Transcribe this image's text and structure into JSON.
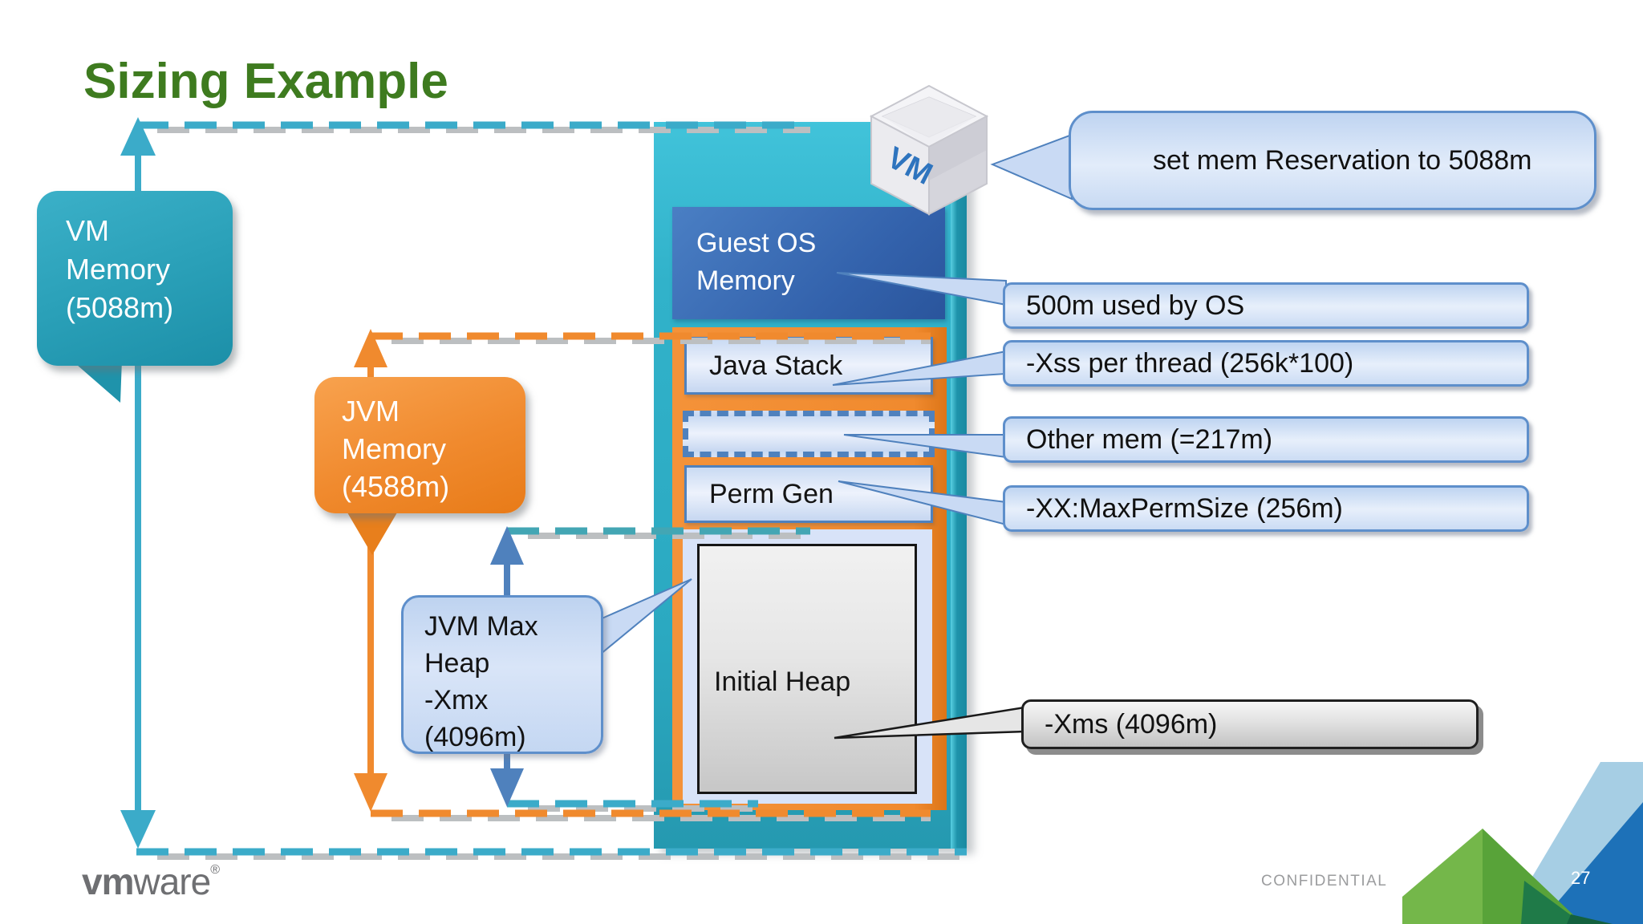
{
  "slide": {
    "title": "Sizing Example",
    "confidential_label": "CONFIDENTIAL",
    "page_number": "27",
    "brand": {
      "bold": "vm",
      "rest": "ware",
      "reg": "®"
    }
  },
  "colors": {
    "title_green": "#3E7B1F",
    "vm_teal": "#2FAEC6",
    "jvm_orange": "#F08A2E",
    "heap_blue": "#4F81BD",
    "guest_os_blue": "#2E5FA9",
    "callout_border_blue": "#5E8FCB"
  },
  "vm_cube": {
    "label": "VM"
  },
  "callouts": {
    "vm_memory": {
      "lines": [
        "VM",
        "Memory",
        "(5088m)"
      ]
    },
    "jvm_memory": {
      "lines": [
        "JVM",
        "Memory",
        "(4588m)"
      ]
    },
    "jvm_max_heap": {
      "lines": [
        "JVM Max",
        "Heap",
        "-Xmx",
        "(4096m)"
      ]
    },
    "reservation": "set mem Reservation to 5088m",
    "os_used": "500m used by OS",
    "xss": "-Xss per thread (256k*100)",
    "other_mem": "Other mem (=217m)",
    "max_perm": "-XX:MaxPermSize (256m)",
    "xms": "-Xms (4096m)"
  },
  "column": {
    "guest_os_lines": [
      "Guest OS",
      "Memory"
    ],
    "java_stack": "Java Stack",
    "perm_gen": "Perm Gen",
    "initial_heap": "Initial Heap"
  }
}
